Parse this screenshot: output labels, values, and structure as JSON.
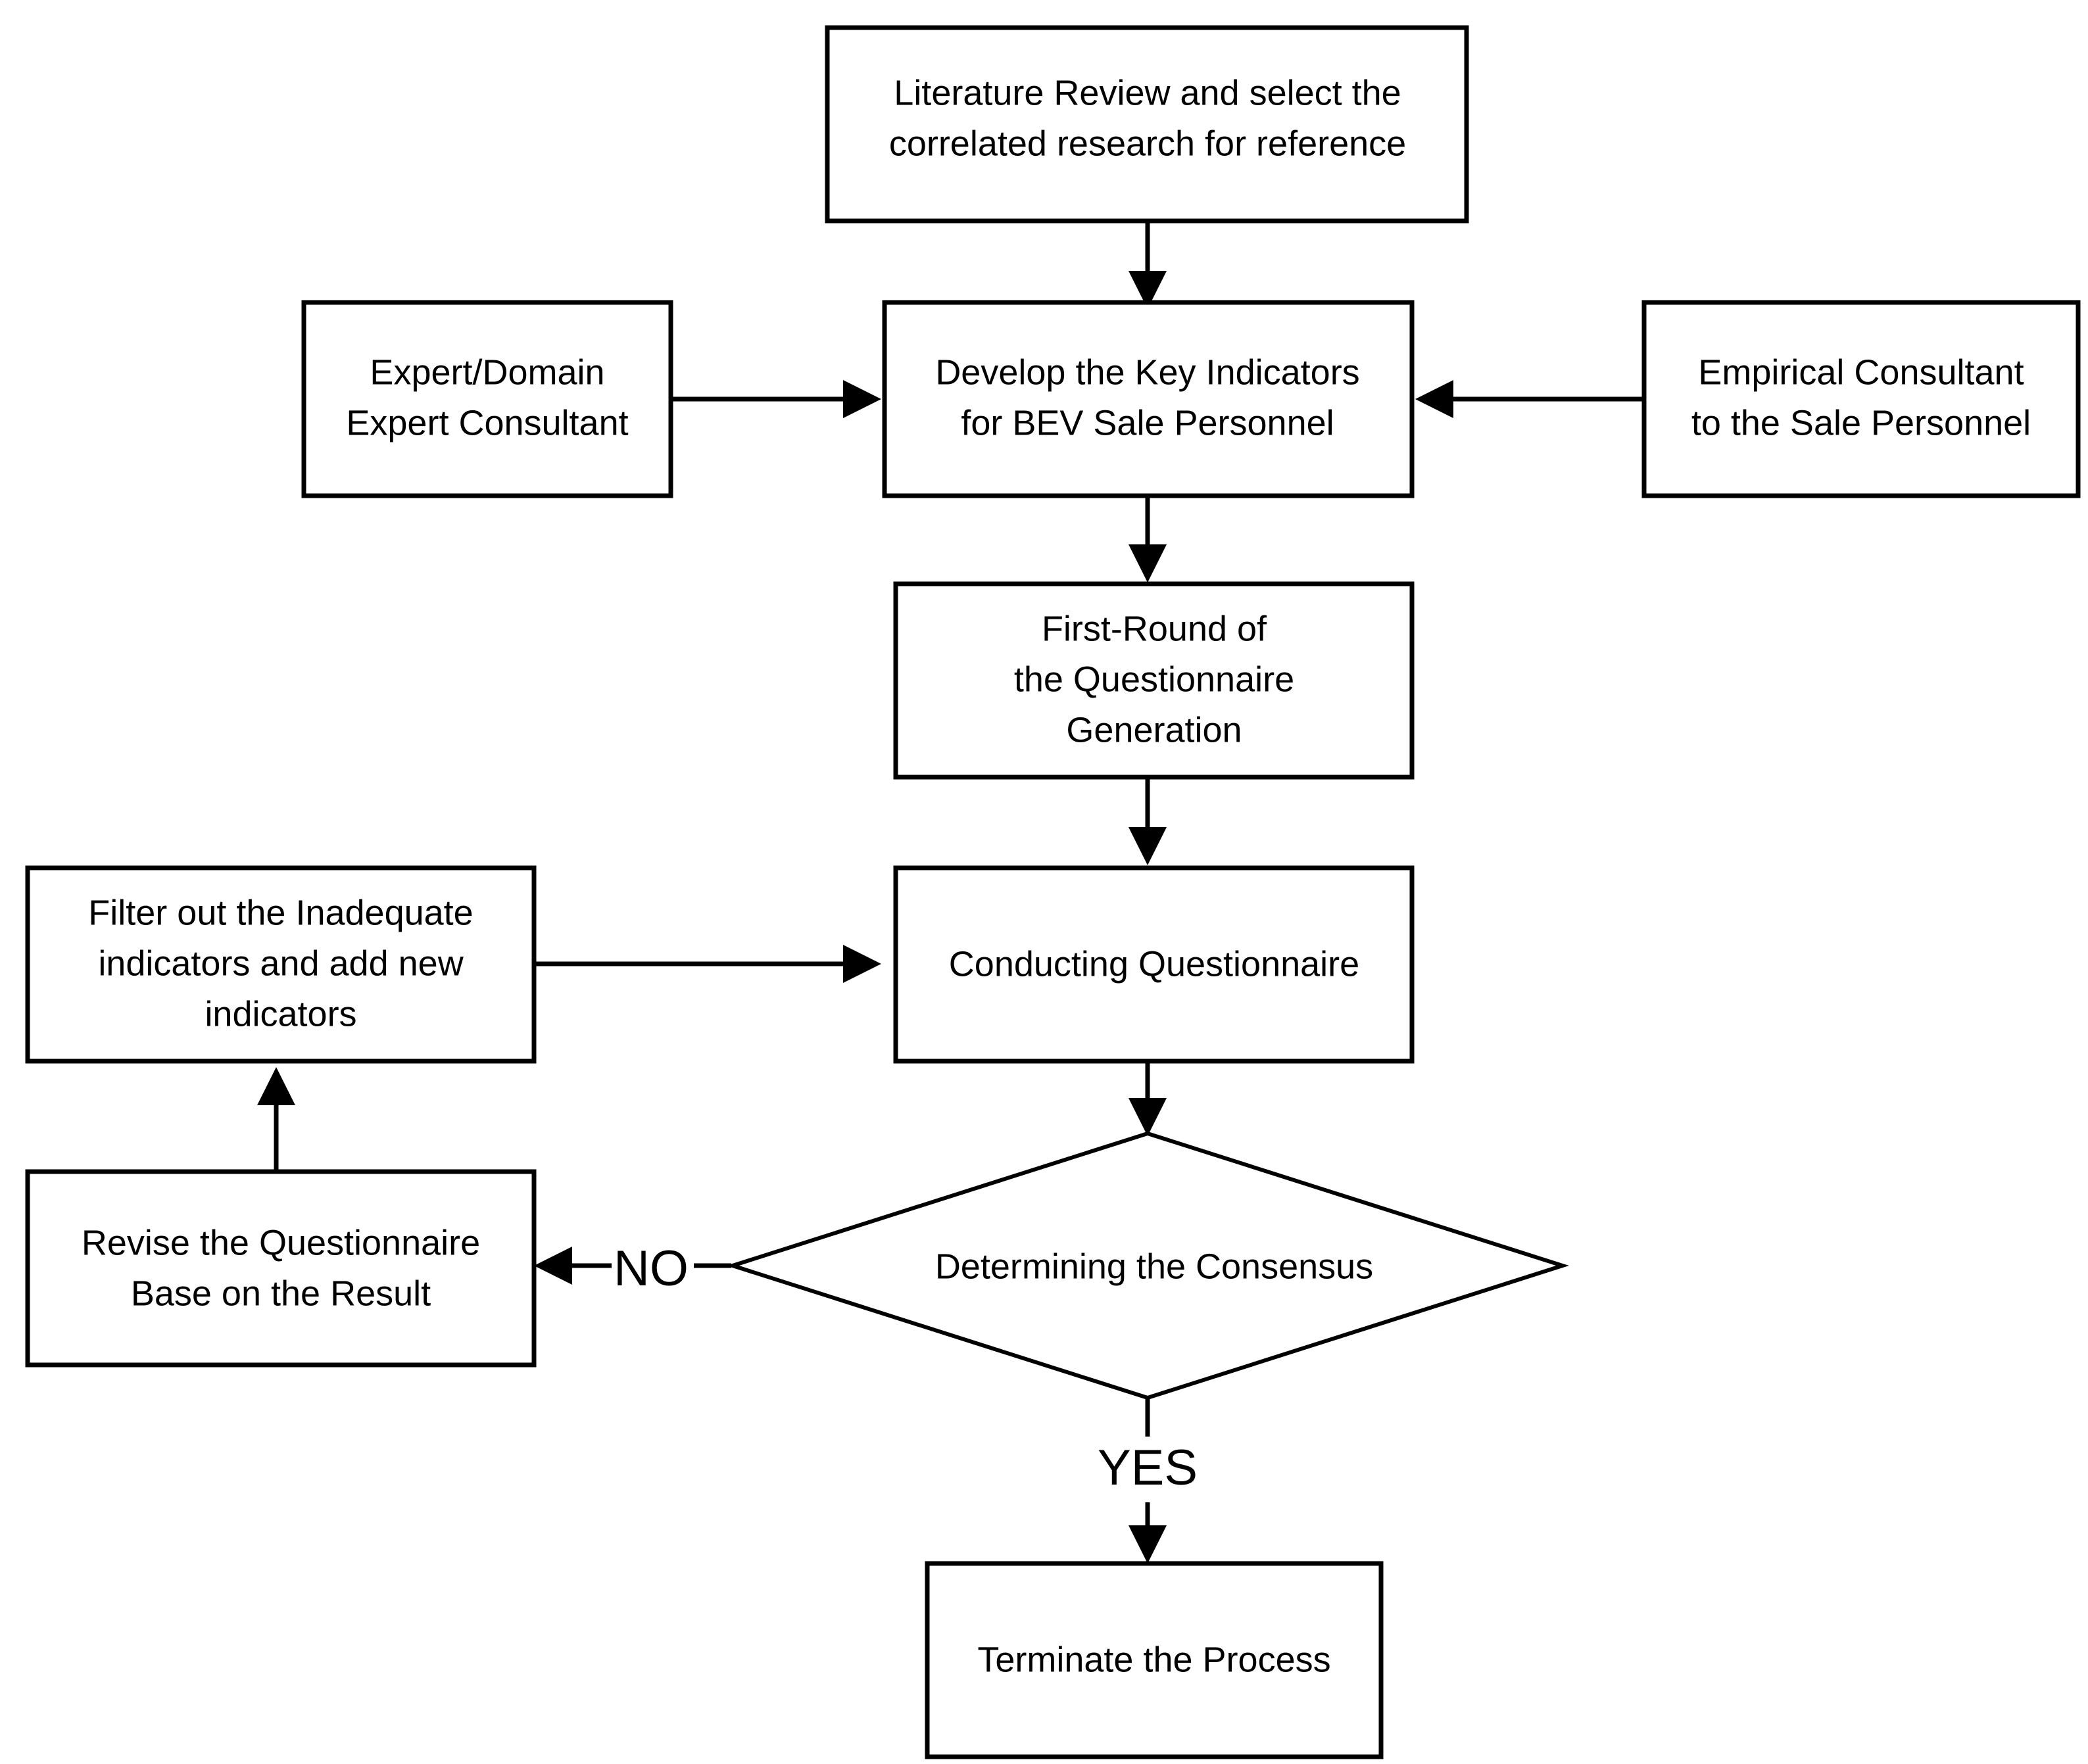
{
  "diagram": {
    "type": "flowchart",
    "title": "",
    "background_color": "#ffffff",
    "line_color": "#000000",
    "text_color": "#000000",
    "nodes": {
      "literature_review": {
        "shape": "rectangle",
        "lines": [
          "Literature Review and select the",
          "correlated research for reference"
        ]
      },
      "expert_domain": {
        "shape": "rectangle",
        "lines": [
          "Expert/Domain",
          "Expert Consultant"
        ]
      },
      "develop_indicators": {
        "shape": "rectangle",
        "lines": [
          "Develop the Key Indicators",
          "for BEV Sale Personnel"
        ]
      },
      "empirical_consultant": {
        "shape": "rectangle",
        "lines": [
          "Empirical Consultant",
          "to the Sale Personnel"
        ]
      },
      "first_round": {
        "shape": "rectangle",
        "lines": [
          "First-Round of",
          "the Questionnaire",
          "Generation"
        ]
      },
      "filter_indicators": {
        "shape": "rectangle",
        "lines": [
          "Filter out the Inadequate",
          "indicators and add new",
          "indicators"
        ]
      },
      "conducting_questionnaire": {
        "shape": "rectangle",
        "lines": [
          "Conducting Questionnaire"
        ]
      },
      "revise_questionnaire": {
        "shape": "rectangle",
        "lines": [
          "Revise the Questionnaire",
          "Base on the Result"
        ]
      },
      "determining_consensus": {
        "shape": "diamond",
        "lines": [
          "Determining the Consensus"
        ]
      },
      "terminate_process": {
        "shape": "rectangle",
        "lines": [
          "Terminate the Process"
        ]
      }
    },
    "edge_labels": {
      "no": "NO",
      "yes": "YES"
    },
    "edges": [
      {
        "from": "literature_review",
        "to": "develop_indicators",
        "label": ""
      },
      {
        "from": "expert_domain",
        "to": "develop_indicators",
        "label": ""
      },
      {
        "from": "empirical_consultant",
        "to": "develop_indicators",
        "label": ""
      },
      {
        "from": "develop_indicators",
        "to": "first_round",
        "label": ""
      },
      {
        "from": "first_round",
        "to": "conducting_questionnaire",
        "label": ""
      },
      {
        "from": "filter_indicators",
        "to": "conducting_questionnaire",
        "label": ""
      },
      {
        "from": "conducting_questionnaire",
        "to": "determining_consensus",
        "label": ""
      },
      {
        "from": "determining_consensus",
        "to": "revise_questionnaire",
        "label": "NO"
      },
      {
        "from": "revise_questionnaire",
        "to": "filter_indicators",
        "label": ""
      },
      {
        "from": "determining_consensus",
        "to": "terminate_process",
        "label": "YES"
      }
    ]
  }
}
